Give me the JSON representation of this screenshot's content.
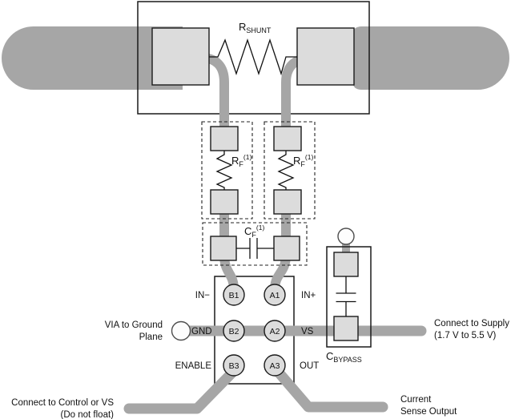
{
  "figure": {
    "description": "PCB layout diagram of a current sense amplifier with shunt resistor, input filter and bypass capacitor",
    "colors": {
      "trace": "#a6a6a6",
      "pad_fill": "#dcdcdc",
      "outline": "#1a1a1a",
      "background": "#ffffff"
    },
    "shunt": {
      "label_main": "R",
      "label_sub": "SHUNT"
    },
    "rf_left": {
      "label_main": "R",
      "label_sub": "F",
      "label_sup": "(1)"
    },
    "rf_right": {
      "label_main": "R",
      "label_sub": "F",
      "label_sup": "(1)"
    },
    "cf": {
      "label_main": "C",
      "label_sub": "F",
      "label_sup": "(1)"
    },
    "cbypass": {
      "label_main": "C",
      "label_sub": "BYPASS"
    },
    "balls": {
      "b1": "B1",
      "a1": "A1",
      "b2": "B2",
      "a2": "A2",
      "b3": "B3",
      "a3": "A3"
    },
    "pin_labels": {
      "in_minus": "IN−",
      "in_plus": "IN+",
      "gnd": "GND",
      "vs": "VS",
      "enable": "ENABLE",
      "out": "OUT"
    },
    "notes": {
      "via_ground": [
        "VIA to Ground",
        "Plane"
      ],
      "supply": [
        "Connect to Supply",
        "(1.7 V to 5.5 V)"
      ],
      "control": [
        "Connect to Control or VS",
        "(Do not float)"
      ],
      "output": [
        "Current",
        "Sense Output"
      ]
    }
  }
}
